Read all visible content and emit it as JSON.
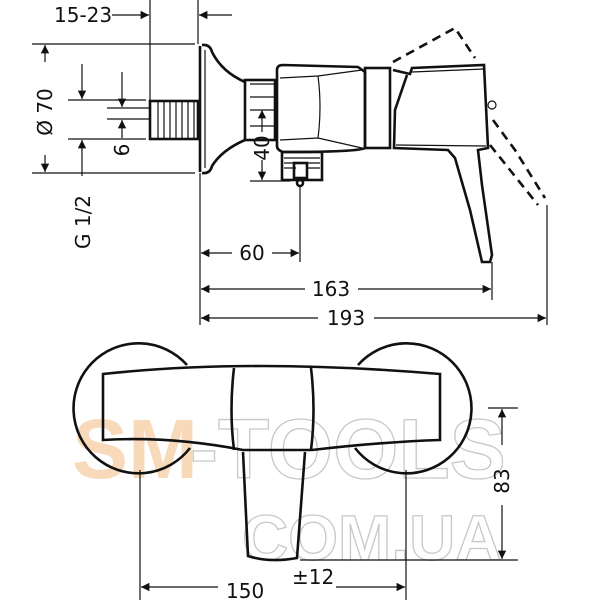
{
  "title": "Single lever shower mixer - dimension drawing",
  "side_view": {
    "dim_offset": "15-23",
    "dim_flange_diameter": "Ø 70",
    "dim_thread": "G 1/2",
    "dim_thread_small": "6",
    "dim_outlet_height": "40",
    "dim_outlet_distance": "60",
    "dim_lever_depth": "163",
    "dim_total_depth": "193"
  },
  "front_view": {
    "dim_height": "83",
    "dim_center_distance": "150",
    "dim_tolerance": "±12"
  },
  "watermark": {
    "part1": "SM",
    "part2": "-TOOLS",
    "part3": "COM.UA"
  },
  "colors": {
    "line": "#111111",
    "watermark_accent": "#f7d3ae",
    "watermark_outline": "#c8c8c8"
  }
}
